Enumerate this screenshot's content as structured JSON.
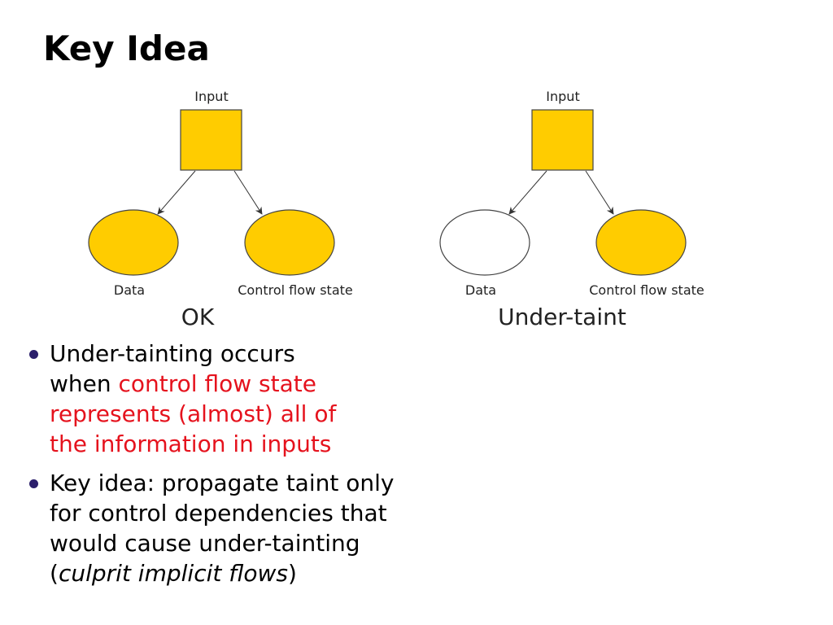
{
  "slide": {
    "title": "Key Idea"
  },
  "diagram": {
    "colors": {
      "filled": "#ffcc00",
      "empty": "#ffffff",
      "stroke": "#444444",
      "arrow": "#333333"
    },
    "left": {
      "input_label": "Input",
      "data_label": "Data",
      "control_label": "Control flow state",
      "caption": "OK",
      "data_tainted": true,
      "control_tainted": true
    },
    "right": {
      "input_label": "Input",
      "data_label": "Data",
      "control_label": "Control flow state",
      "caption": "Under-taint",
      "data_tainted": false,
      "control_tainted": true
    }
  },
  "bullets": [
    {
      "line1": "Under-tainting occurs",
      "line2_plain": "when ",
      "line2_highlight": "control flow state",
      "line3_highlight": "represents (almost) all of",
      "line4_highlight": "the information in inputs"
    },
    {
      "line1": "Key idea: propagate taint only",
      "line2": "for control dependencies that",
      "line3": "would cause under-tainting",
      "line4_open": "(",
      "line4_italic": "culprit implicit flows",
      "line4_close": ")"
    }
  ],
  "colors": {
    "bullet_dot": "#2b1f6b",
    "highlight_text": "#e5121d"
  }
}
